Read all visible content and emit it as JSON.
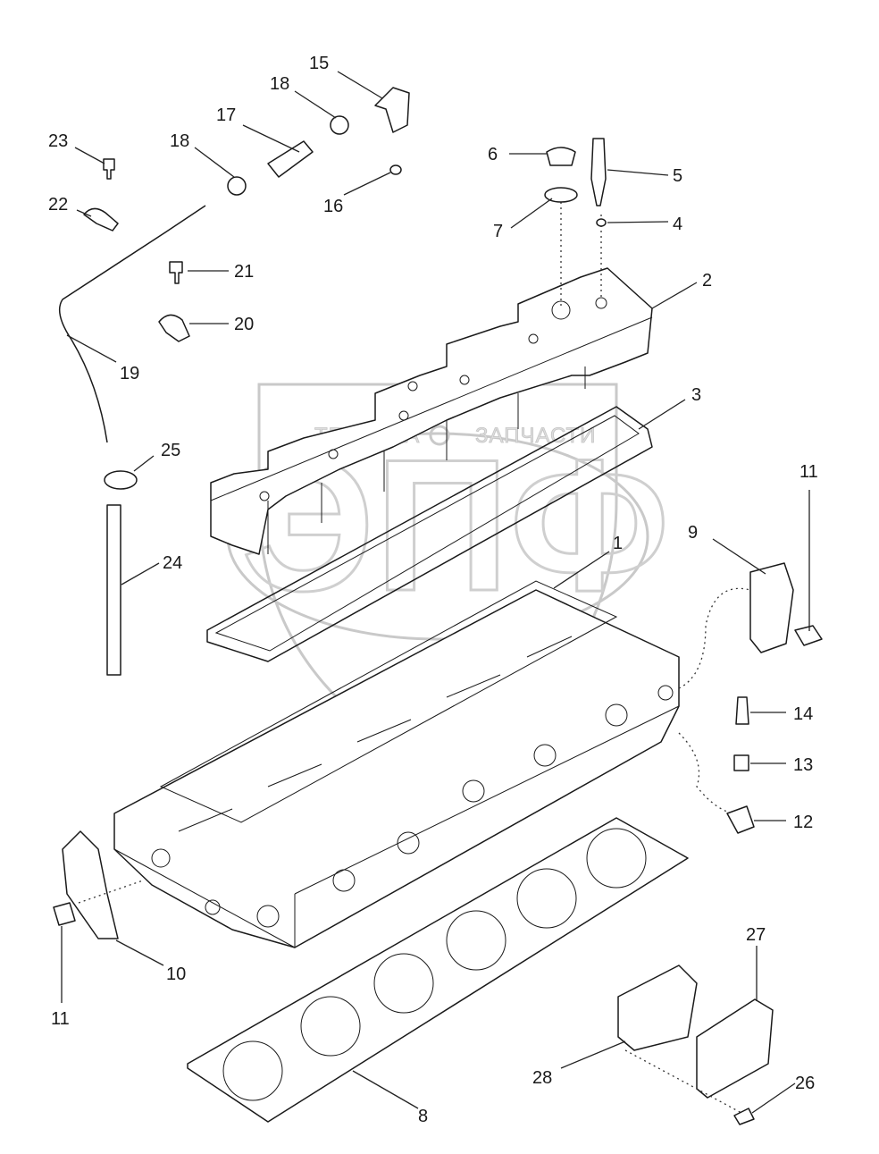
{
  "watermark": {
    "left_text": "ТЕХНИКА",
    "right_text": "ЗАПЧАСТИ",
    "big_letters": "ЭПФ"
  },
  "callouts": [
    {
      "id": "c1",
      "label": "1"
    },
    {
      "id": "c2",
      "label": "2"
    },
    {
      "id": "c3",
      "label": "3"
    },
    {
      "id": "c4",
      "label": "4"
    },
    {
      "id": "c5",
      "label": "5"
    },
    {
      "id": "c6",
      "label": "6"
    },
    {
      "id": "c7",
      "label": "7"
    },
    {
      "id": "c8",
      "label": "8"
    },
    {
      "id": "c9",
      "label": "9"
    },
    {
      "id": "c10",
      "label": "10"
    },
    {
      "id": "c11a",
      "label": "11"
    },
    {
      "id": "c11b",
      "label": "11"
    },
    {
      "id": "c12",
      "label": "12"
    },
    {
      "id": "c13",
      "label": "13"
    },
    {
      "id": "c14",
      "label": "14"
    },
    {
      "id": "c15",
      "label": "15"
    },
    {
      "id": "c16",
      "label": "16"
    },
    {
      "id": "c17",
      "label": "17"
    },
    {
      "id": "c18a",
      "label": "18"
    },
    {
      "id": "c18b",
      "label": "18"
    },
    {
      "id": "c19",
      "label": "19"
    },
    {
      "id": "c20",
      "label": "20"
    },
    {
      "id": "c21",
      "label": "21"
    },
    {
      "id": "c22",
      "label": "22"
    },
    {
      "id": "c23",
      "label": "23"
    },
    {
      "id": "c24",
      "label": "24"
    },
    {
      "id": "c25",
      "label": "25"
    },
    {
      "id": "c26",
      "label": "26"
    },
    {
      "id": "c27",
      "label": "27"
    },
    {
      "id": "c28",
      "label": "28"
    }
  ]
}
